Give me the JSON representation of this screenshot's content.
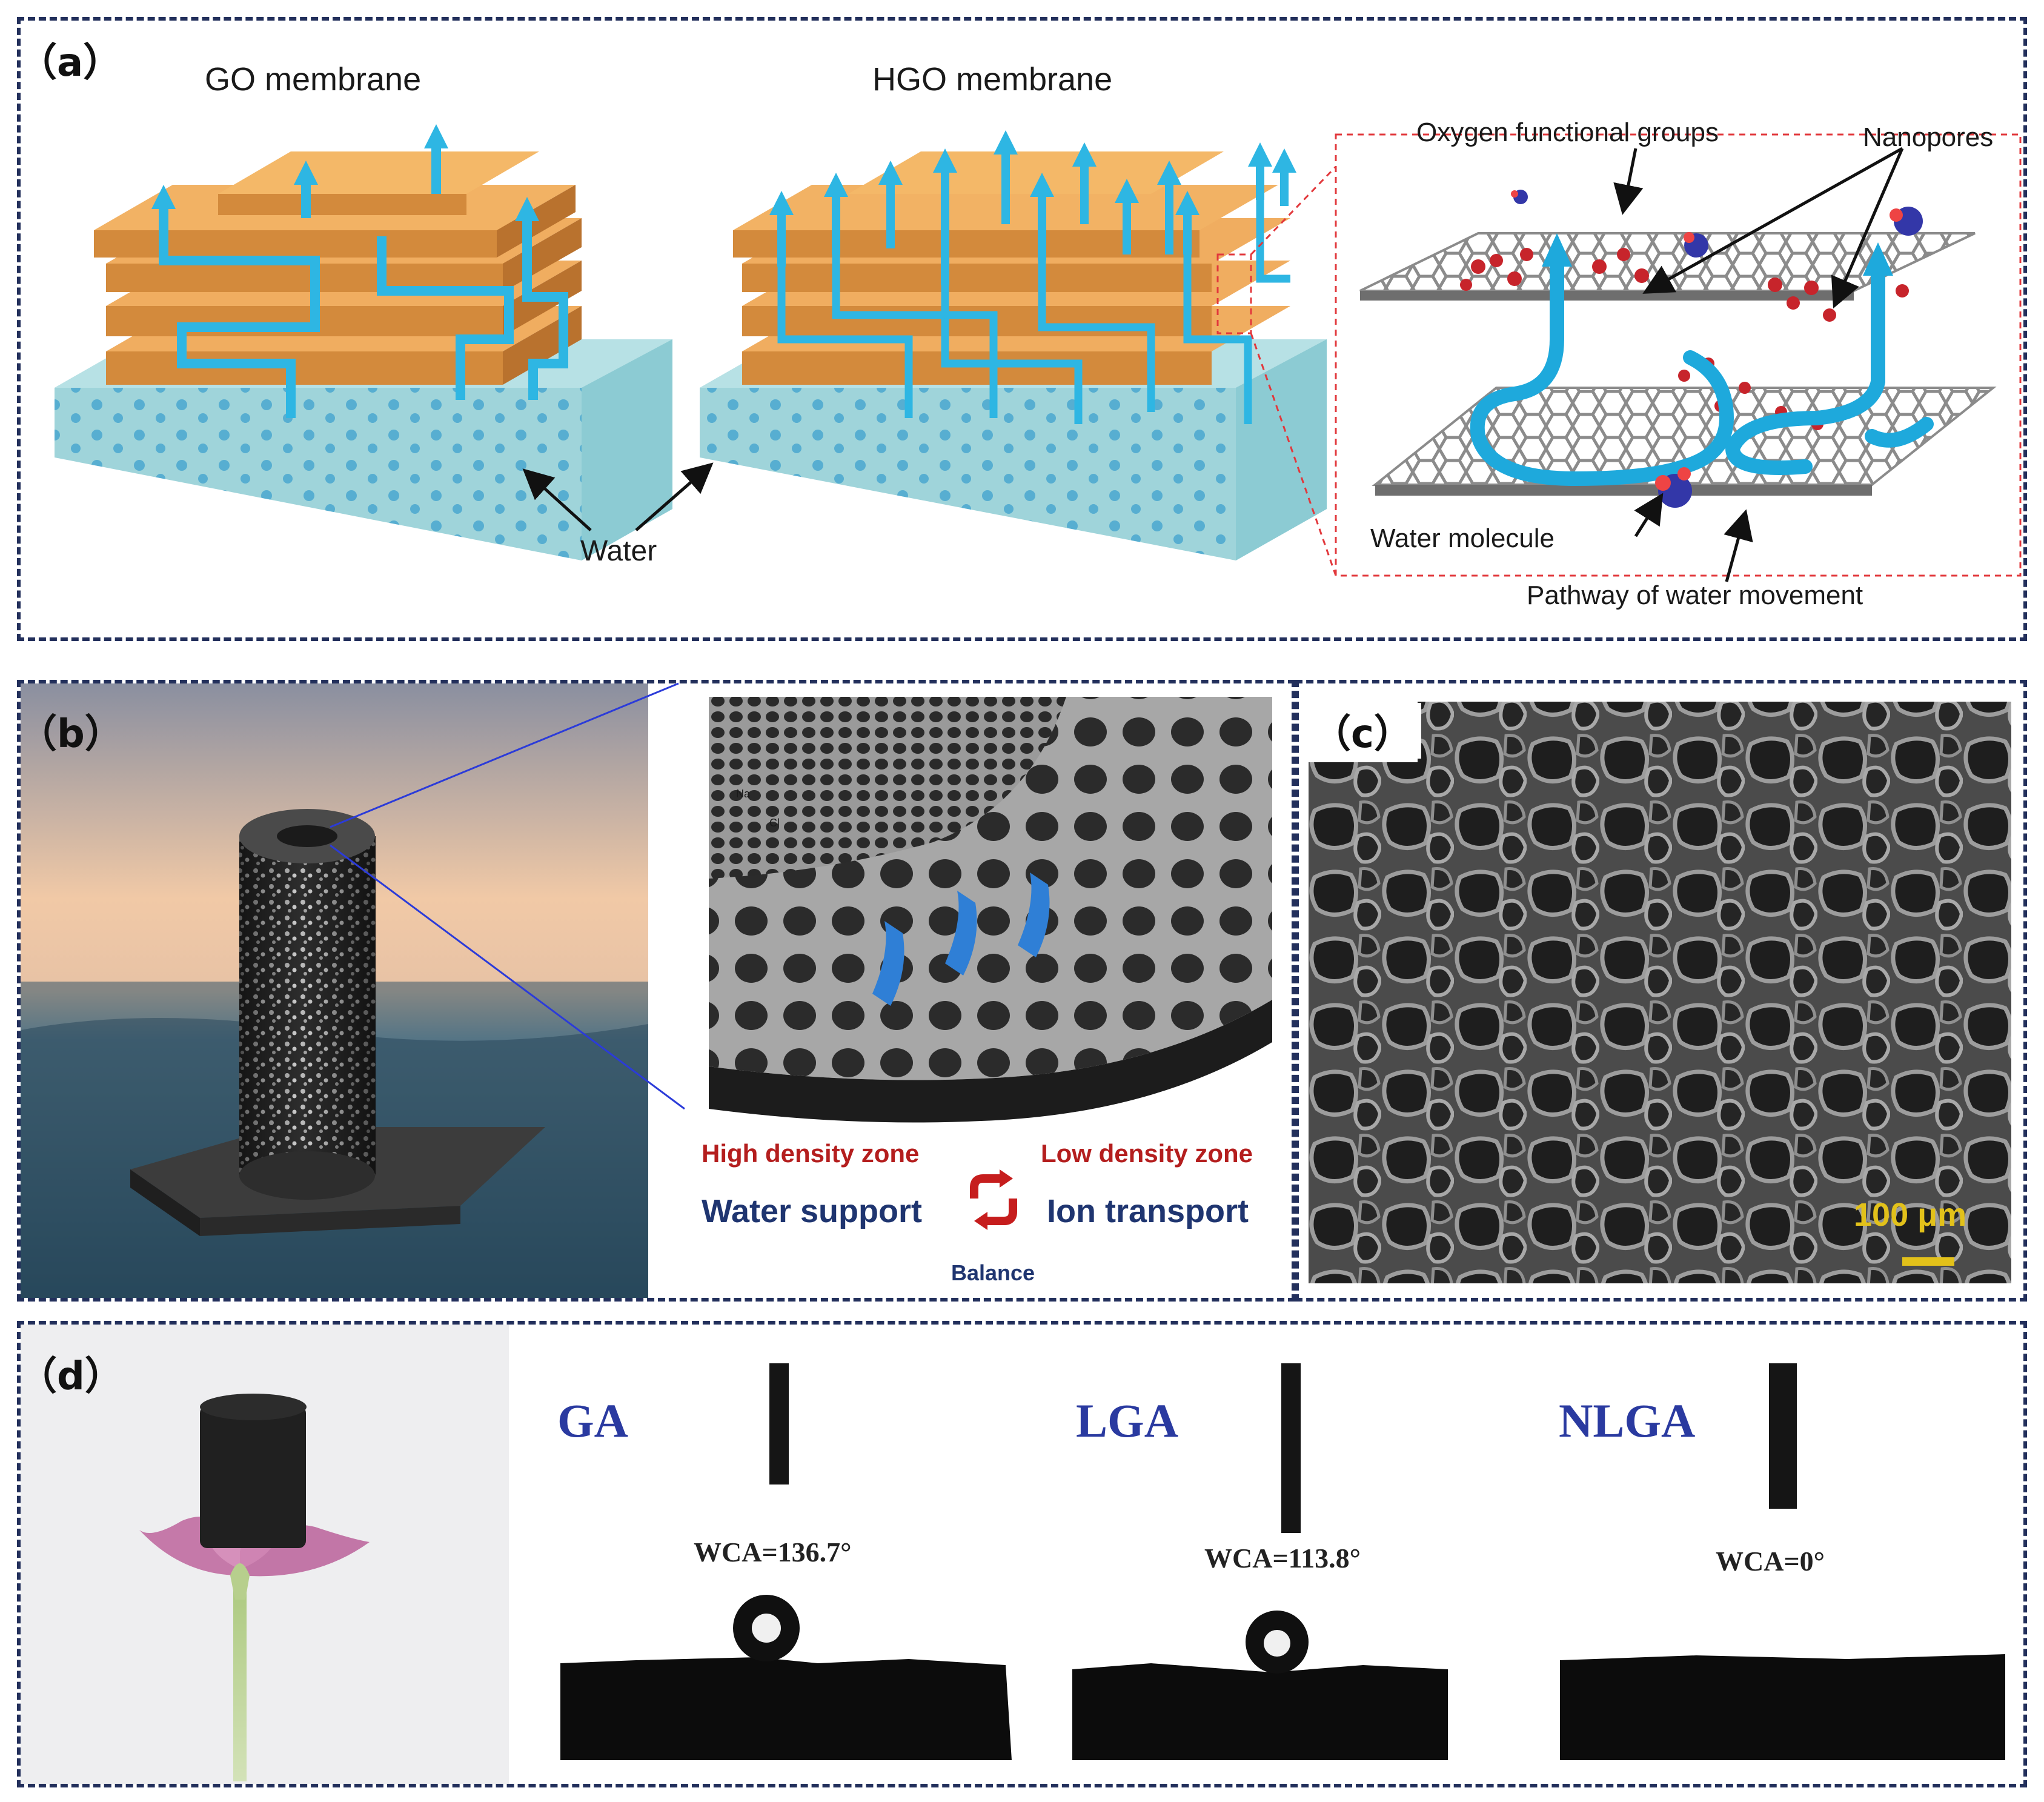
{
  "panels": {
    "a": {
      "label": "（a）"
    },
    "b": {
      "label": "（b）"
    },
    "c": {
      "label": "（c）"
    },
    "d": {
      "label": "（d）"
    }
  },
  "panel_a": {
    "go_title": "GO membrane",
    "hgo_title": "HGO membrane",
    "water": "Water",
    "oxygen_groups": "Oxygen functional groups",
    "nanopores": "Nanopores",
    "water_molecule": "Water molecule",
    "pathway": "Pathway of water movement"
  },
  "panel_b": {
    "high_density": "High density zone",
    "low_density": "Low density zone",
    "water_support": "Water support",
    "ion_transport": "Ion transport",
    "balance": "Balance",
    "ion_na": "Na",
    "ion_cl": "Cl"
  },
  "panel_c": {
    "scale_bar": "100 μm"
  },
  "panel_d": {
    "samples": [
      {
        "name": "GA",
        "wca": "WCA=136.7°"
      },
      {
        "name": "LGA",
        "wca": "WCA=113.8°"
      },
      {
        "name": "NLGA",
        "wca": "WCA=0°"
      }
    ]
  },
  "colors": {
    "border": "#23305c",
    "membrane_orange": "#e9a253",
    "water_blue": "#2eb6e3",
    "base_teal": "#a9dbe0",
    "zone_red": "#b41e1e",
    "zone_navy": "#1f3570"
  }
}
